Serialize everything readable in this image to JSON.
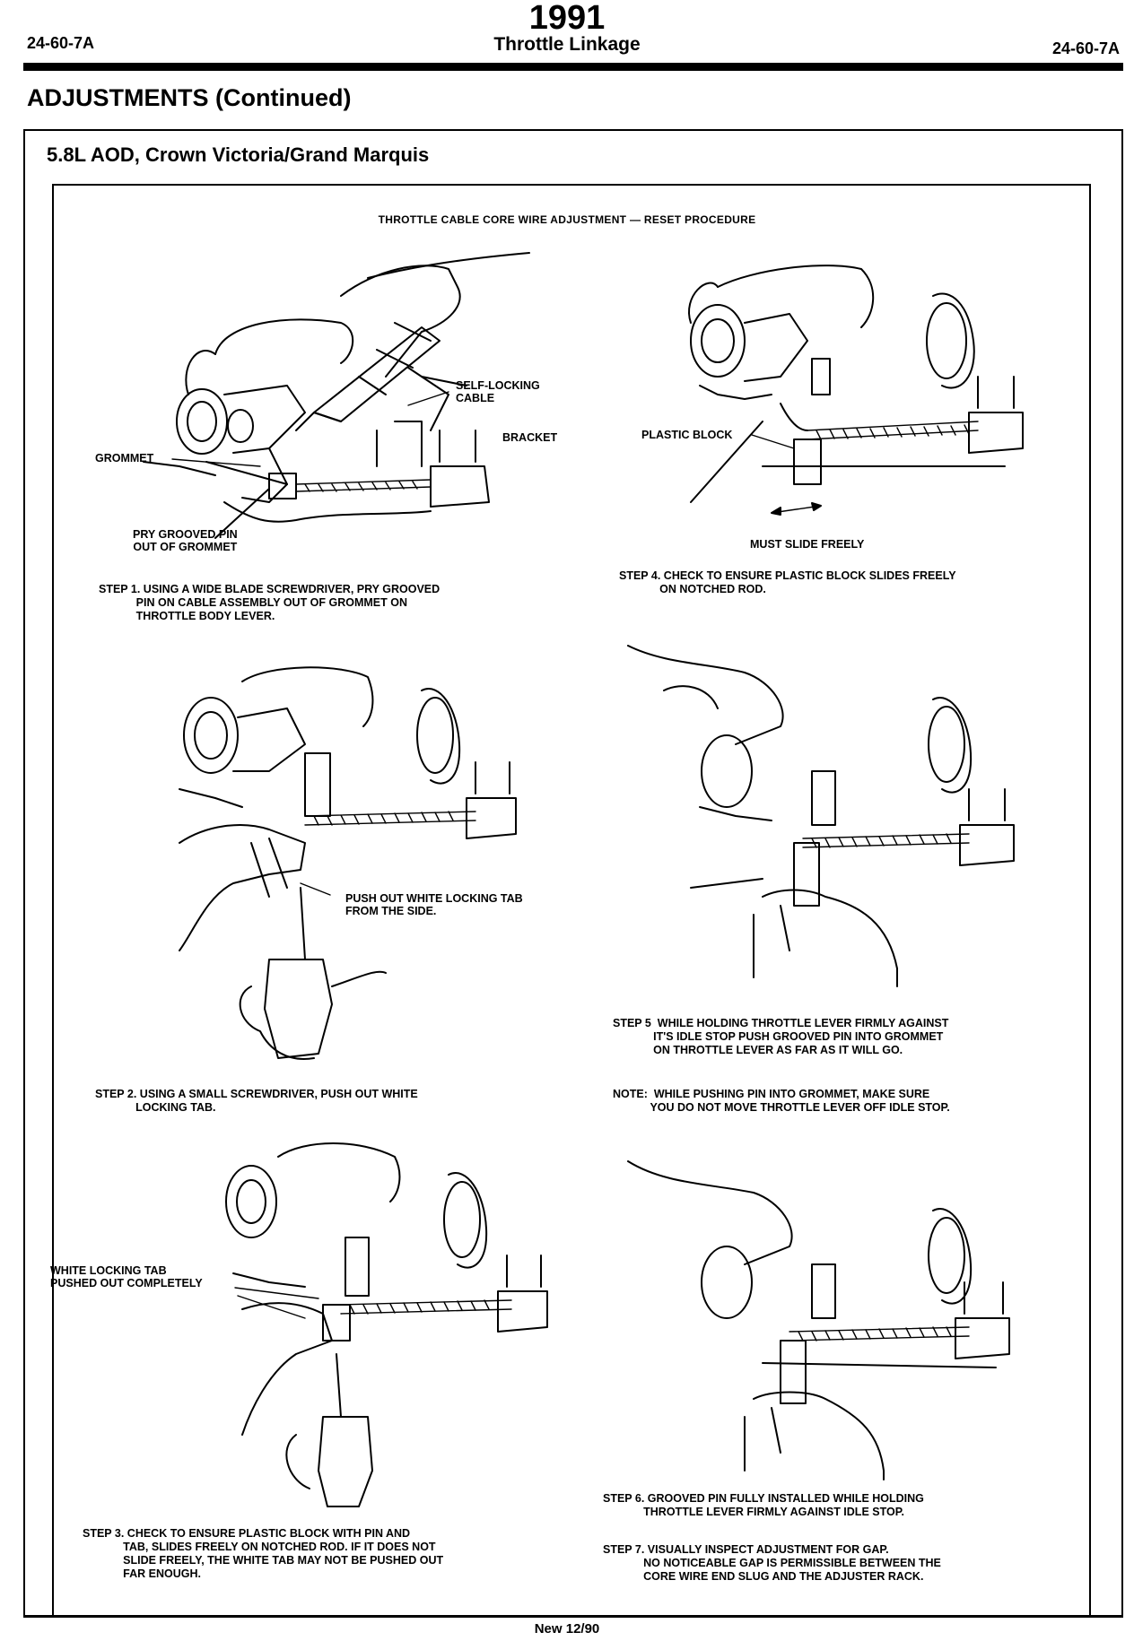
{
  "header": {
    "page_code_left": "24-60-7A",
    "year": "1991",
    "title": "Throttle Linkage",
    "page_code_right": "24-60-7A"
  },
  "section_title": "ADJUSTMENTS (Continued)",
  "subtitle": "5.8L AOD, Crown Victoria/Grand Marquis",
  "figure_title": "THROTTLE CABLE CORE WIRE ADJUSTMENT — RESET PROCEDURE",
  "labels": {
    "self_locking_cable": "SELF-LOCKING\nCABLE",
    "bracket": "BRACKET",
    "grommet": "GROMMET",
    "pry_grooved_pin": "PRY GROOVED PIN\nOUT OF GROMMET",
    "plastic_block": "PLASTIC BLOCK",
    "must_slide_freely": "MUST SLIDE FREELY",
    "push_out_tab": "PUSH OUT WHITE LOCKING TAB\nFROM THE SIDE.",
    "white_tab_pushed": "WHITE LOCKING TAB\nPUSHED OUT COMPLETELY"
  },
  "steps": {
    "step1": "STEP 1. USING A WIDE BLADE SCREWDRIVER, PRY GROOVED\n            PIN ON CABLE ASSEMBLY OUT OF GROMMET ON\n            THROTTLE BODY LEVER.",
    "step2": "STEP 2. USING A SMALL SCREWDRIVER, PUSH OUT WHITE\n             LOCKING TAB.",
    "step3": "STEP 3. CHECK TO ENSURE PLASTIC BLOCK WITH PIN AND\n             TAB, SLIDES FREELY ON NOTCHED ROD. IF IT DOES NOT\n             SLIDE FREELY, THE WHITE TAB MAY NOT BE PUSHED OUT\n             FAR ENOUGH.",
    "step4": "STEP 4. CHECK TO ENSURE PLASTIC BLOCK SLIDES FREELY\n             ON NOTCHED ROD.",
    "step5": "STEP 5  WHILE HOLDING THROTTLE LEVER FIRMLY AGAINST\n             IT'S IDLE STOP PUSH GROOVED PIN INTO GROMMET\n             ON THROTTLE LEVER AS FAR AS IT WILL GO.",
    "note": "NOTE:  WHILE PUSHING PIN INTO GROMMET, MAKE SURE\n            YOU DO NOT MOVE THROTTLE LEVER OFF IDLE STOP.",
    "step6": "STEP 6. GROOVED PIN FULLY INSTALLED WHILE HOLDING\n             THROTTLE LEVER FIRMLY AGAINST IDLE STOP.",
    "step7": "STEP 7. VISUALLY INSPECT ADJUSTMENT FOR GAP.\n             NO NOTICEABLE GAP IS PERMISSIBLE BETWEEN THE\n             CORE WIRE END SLUG AND THE ADJUSTER RACK."
  },
  "footer": "New 12/90"
}
